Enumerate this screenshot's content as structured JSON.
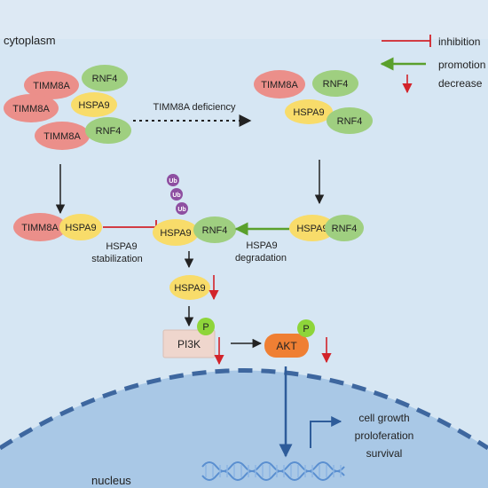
{
  "regions": {
    "cytoplasm": "cytoplasm",
    "nucleus": "nucleus"
  },
  "legend": {
    "inhibition": "inhibition",
    "promotion": "promotion",
    "decrease": "decrease"
  },
  "proteins": {
    "timm8a": "TIMM8A",
    "rnf4": "RNF4",
    "hspa9": "HSPA9",
    "pi3k": "PI3K",
    "akt": "AKT",
    "phospho": "P",
    "ub": "Ub"
  },
  "labels": {
    "deficiency": "TIMM8A deficiency",
    "stabilization_1": "HSPA9",
    "stabilization_2": "stabilization",
    "degradation_1": "HSPA9",
    "degradation_2": "degradation"
  },
  "outcomes": [
    "cell growth",
    "proloferation",
    "survival"
  ],
  "colors": {
    "background": "#d6e6f3",
    "nucleus": "#a9c8e6",
    "timm8a": "#eb8f8a",
    "rnf4": "#9fcf80",
    "hspa9": "#f8dc6a",
    "pi3k": "#efd6cd",
    "akt": "#ef7f33",
    "phospho": "#8ed53a",
    "ub": "#8e4fa1",
    "inhibition": "#d2232a",
    "promotion": "#5aa02c",
    "decrease": "#d2232a",
    "nuclear_arrow": "#2e5c9a"
  }
}
